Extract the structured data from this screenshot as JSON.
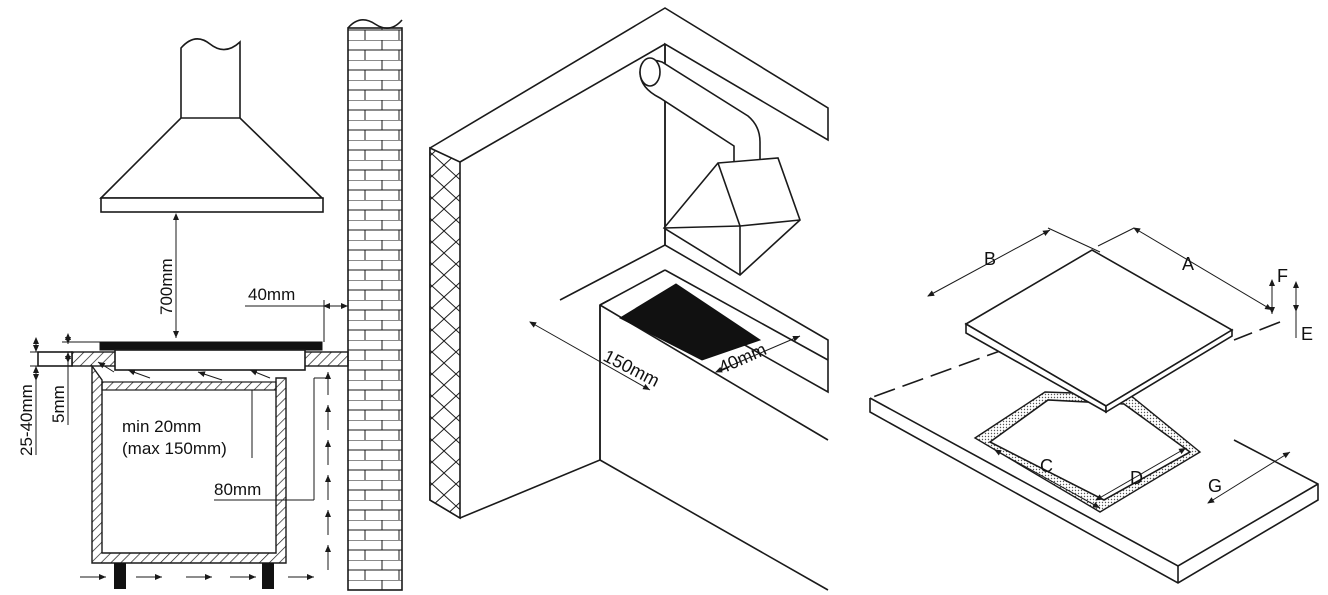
{
  "side_view": {
    "hood_gap": "700mm",
    "wall_gap": "40mm",
    "counter_thickness": "25-40mm",
    "hob_recess": "5mm",
    "clearance_min": "min 20mm",
    "clearance_max": "(max 150mm)",
    "rear_gap": "80mm"
  },
  "perspective_view": {
    "front_gap": "150mm",
    "side_gap": "40mm"
  },
  "cutout_view": {
    "label_a": "A",
    "label_b": "B",
    "label_c": "C",
    "label_d": "D",
    "label_e": "E",
    "label_f": "F",
    "label_g": "G"
  }
}
